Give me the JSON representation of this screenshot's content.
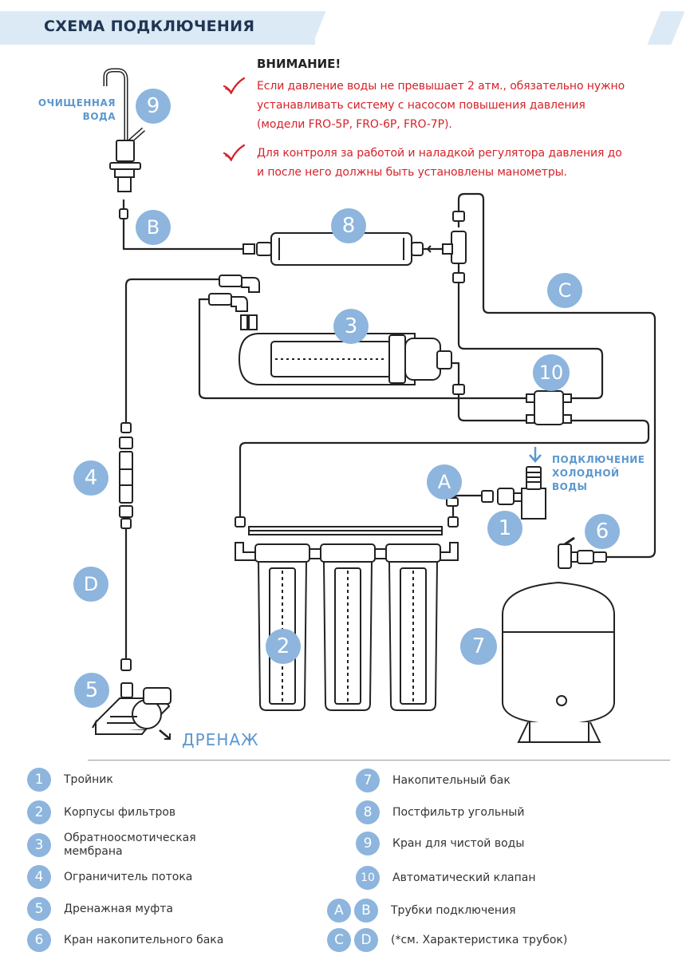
{
  "header": {
    "title": "СХЕМА ПОДКЛЮЧЕНИЯ"
  },
  "warning": {
    "title": "ВНИМАНИЕ!",
    "item1": [
      "Если давление воды не превышает 2 атм., обязательно нужно",
      "устанавливать систему с насосом повышения давления",
      "(модели FRO-5P, FRO-6P, FRO-7P)."
    ],
    "item2": [
      "Для контроля за работой и наладкой регулятора давления до",
      "и после него должны быть установлены манометры."
    ]
  },
  "labels": {
    "clean_water": [
      "ОЧИЩЕННАЯ",
      "ВОДА"
    ],
    "cold_water": [
      "ПОДКЛЮЧЕНИЕ",
      "ХОЛОДНОЙ",
      "ВОДЫ"
    ],
    "drain": "ДРЕНАЖ"
  },
  "markers": {
    "m1": "1",
    "m2": "2",
    "m3": "3",
    "m4": "4",
    "m5": "5",
    "m6": "6",
    "m7": "7",
    "m8": "8",
    "m9": "9",
    "m10": "10",
    "mA": "A",
    "mB": "B",
    "mC": "C",
    "mD": "D"
  },
  "legend": {
    "left": [
      {
        "num": "1",
        "text": "Тройник"
      },
      {
        "num": "2",
        "text": "Корпусы фильтров"
      },
      {
        "num": "3",
        "text": "Обратноосмотическая мембрана"
      },
      {
        "num": "4",
        "text": "Ограничитель потока"
      },
      {
        "num": "5",
        "text": "Дренажная муфта"
      },
      {
        "num": "6",
        "text": "Кран накопительного бака"
      }
    ],
    "right": [
      {
        "num": "7",
        "text": "Накопительный бак"
      },
      {
        "num": "8",
        "text": "Постфильтр угольный"
      },
      {
        "num": "9",
        "text": "Кран для чистой воды"
      },
      {
        "num": "10",
        "text": "Автоматический клапан"
      },
      {
        "num": "A",
        "num2": "B",
        "text": "Трубки подключения"
      },
      {
        "num": "C",
        "num2": "D",
        "text": "(*см. Характеристика трубок)"
      }
    ]
  },
  "colors": {
    "accent": "#8db5dd",
    "warning": "#d5232a",
    "header_bg": "#dceaf6",
    "title": "#1f3552",
    "line": "#222222"
  }
}
